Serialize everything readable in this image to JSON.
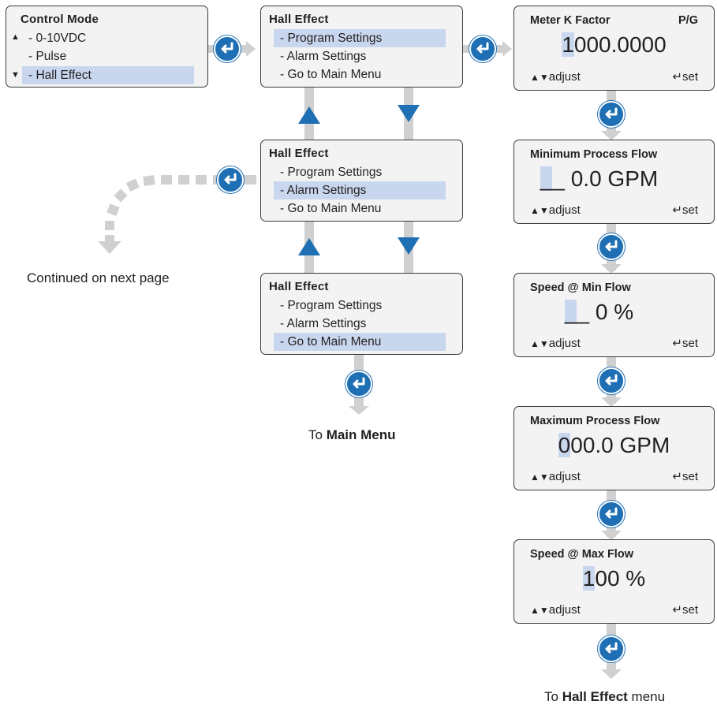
{
  "colors": {
    "accent": "#1f6fb4",
    "highlight": "#c8d7ee",
    "connector": "#d0d0d0",
    "panel": "#f3f3f3"
  },
  "control_mode": {
    "title": "Control Mode",
    "items": [
      "- 0-10VDC",
      "- Pulse",
      "- Hall Effect"
    ],
    "selected_index": 2
  },
  "hall_menus": [
    {
      "title": "Hall Effect",
      "items": [
        "- Program Settings",
        "- Alarm Settings",
        "- Go to Main Menu"
      ],
      "selected_index": 0
    },
    {
      "title": "Hall Effect",
      "items": [
        "- Program Settings",
        "- Alarm Settings",
        "- Go to Main Menu"
      ],
      "selected_index": 1
    },
    {
      "title": "Hall Effect",
      "items": [
        "- Program Settings",
        "- Alarm Settings",
        "- Go to Main Menu"
      ],
      "selected_index": 2
    }
  ],
  "settings_screens": [
    {
      "title": "Meter K Factor",
      "unit": "P/G",
      "cursor": "1",
      "rest": "000.0000"
    },
    {
      "title": "Minimum Process Flow",
      "unit": "",
      "cursor": "_",
      "rest": "_ 0.0 GPM"
    },
    {
      "title": "Speed @ Min Flow",
      "unit": "",
      "cursor": "_",
      "rest": "_ 0 %"
    },
    {
      "title": "Maximum Process Flow",
      "unit": "",
      "cursor": "0",
      "rest": "00.0 GPM"
    },
    {
      "title": "Speed @ Max Flow",
      "unit": "",
      "cursor": "1",
      "rest": "00 %"
    }
  ],
  "softkeys": {
    "adjust": "adjust",
    "set": "set"
  },
  "captions": {
    "continued": "Continued on next page",
    "to_main_prefix": "To ",
    "to_main_bold": "Main Menu",
    "to_hall_prefix": "To ",
    "to_hall_bold": "Hall Effect",
    "to_hall_suffix": " menu"
  },
  "icons": {
    "enter": "enter-return-icon",
    "up": "triangle-up-icon",
    "down": "triangle-down-icon"
  }
}
